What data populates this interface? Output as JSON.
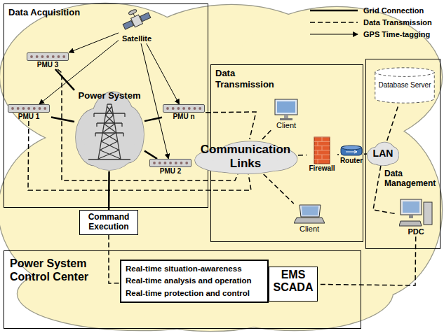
{
  "diagram": {
    "nodes": [
      {
        "text": [
          "Data Acquisition"
        ]
      },
      {
        "text": [
          "Satellite"
        ],
        "in": 0
      },
      {
        "text": [
          "PMU 3"
        ],
        "in": 0
      },
      {
        "text": [
          "PMU 1"
        ],
        "in": 0
      },
      {
        "text": [
          "PMU n"
        ],
        "in": 0
      },
      {
        "text": [
          "PMU 2"
        ],
        "in": 0
      },
      {
        "text": [
          "Power System"
        ],
        "in": 0
      },
      {
        "text": [
          "Data Transmission"
        ]
      },
      {
        "text": [
          "Client"
        ],
        "in": 7
      },
      {
        "text": [
          "Communication Links"
        ],
        "in": 7
      },
      {
        "text": [
          "Firewall"
        ],
        "in": 7
      },
      {
        "text": [
          "Router"
        ],
        "in": 7
      },
      {
        "text": [
          "Client"
        ],
        "in": 7
      },
      {
        "text": [
          "Data Management"
        ]
      },
      {
        "text": [
          "Database Server"
        ],
        "in": 13
      },
      {
        "text": [
          "LAN"
        ],
        "in": 13
      },
      {
        "text": [
          "PDC"
        ],
        "in": 13
      },
      {
        "text": [
          "Command Execution"
        ]
      },
      {
        "text": [
          "Power System Control Center"
        ]
      },
      {
        "text": [
          "Real-time situation-awareness",
          "Real-time analysis and operation",
          "Real-time protection and control"
        ],
        "in": 18
      },
      {
        "text": [
          "EMS SCADA"
        ],
        "in": 18
      }
    ],
    "edges": [
      {
        "from": 1,
        "to": 2,
        "arrow": "to"
      },
      {
        "from": 1,
        "to": 3,
        "arrow": "to"
      },
      {
        "from": 1,
        "to": 4,
        "arrow": "to"
      },
      {
        "from": 1,
        "to": 5,
        "arrow": "to"
      },
      {
        "from": 2,
        "to": 6,
        "arrow": "none"
      },
      {
        "from": 3,
        "to": 6,
        "arrow": "none"
      },
      {
        "from": 4,
        "to": 6,
        "arrow": "none"
      },
      {
        "from": 5,
        "to": 6,
        "arrow": "none"
      },
      {
        "from": 2,
        "to": 9,
        "arrow": "none"
      },
      {
        "from": 3,
        "to": 9,
        "arrow": "none"
      },
      {
        "from": 4,
        "to": 9,
        "arrow": "none"
      },
      {
        "from": 5,
        "to": 9,
        "arrow": "none"
      },
      {
        "from": 8,
        "to": 9,
        "arrow": "none"
      },
      {
        "from": 9,
        "to": 10,
        "arrow": "none"
      },
      {
        "from": 10,
        "to": 11,
        "arrow": "none"
      },
      {
        "from": 11,
        "to": 15,
        "arrow": "none"
      },
      {
        "from": 9,
        "to": 12,
        "arrow": "none"
      },
      {
        "from": 15,
        "to": 14,
        "arrow": "none"
      },
      {
        "from": 15,
        "to": 16,
        "arrow": "none"
      },
      {
        "from": 16,
        "to": 20,
        "arrow": "none"
      },
      {
        "from": 6,
        "to": 17,
        "arrow": "none"
      },
      {
        "from": 17,
        "to": 19,
        "arrow": "none"
      }
    ],
    "legend": [
      {
        "text": "Grid Connection"
      },
      {
        "text": "Data Transmission"
      },
      {
        "text": "GPS Time-tagging"
      }
    ]
  }
}
